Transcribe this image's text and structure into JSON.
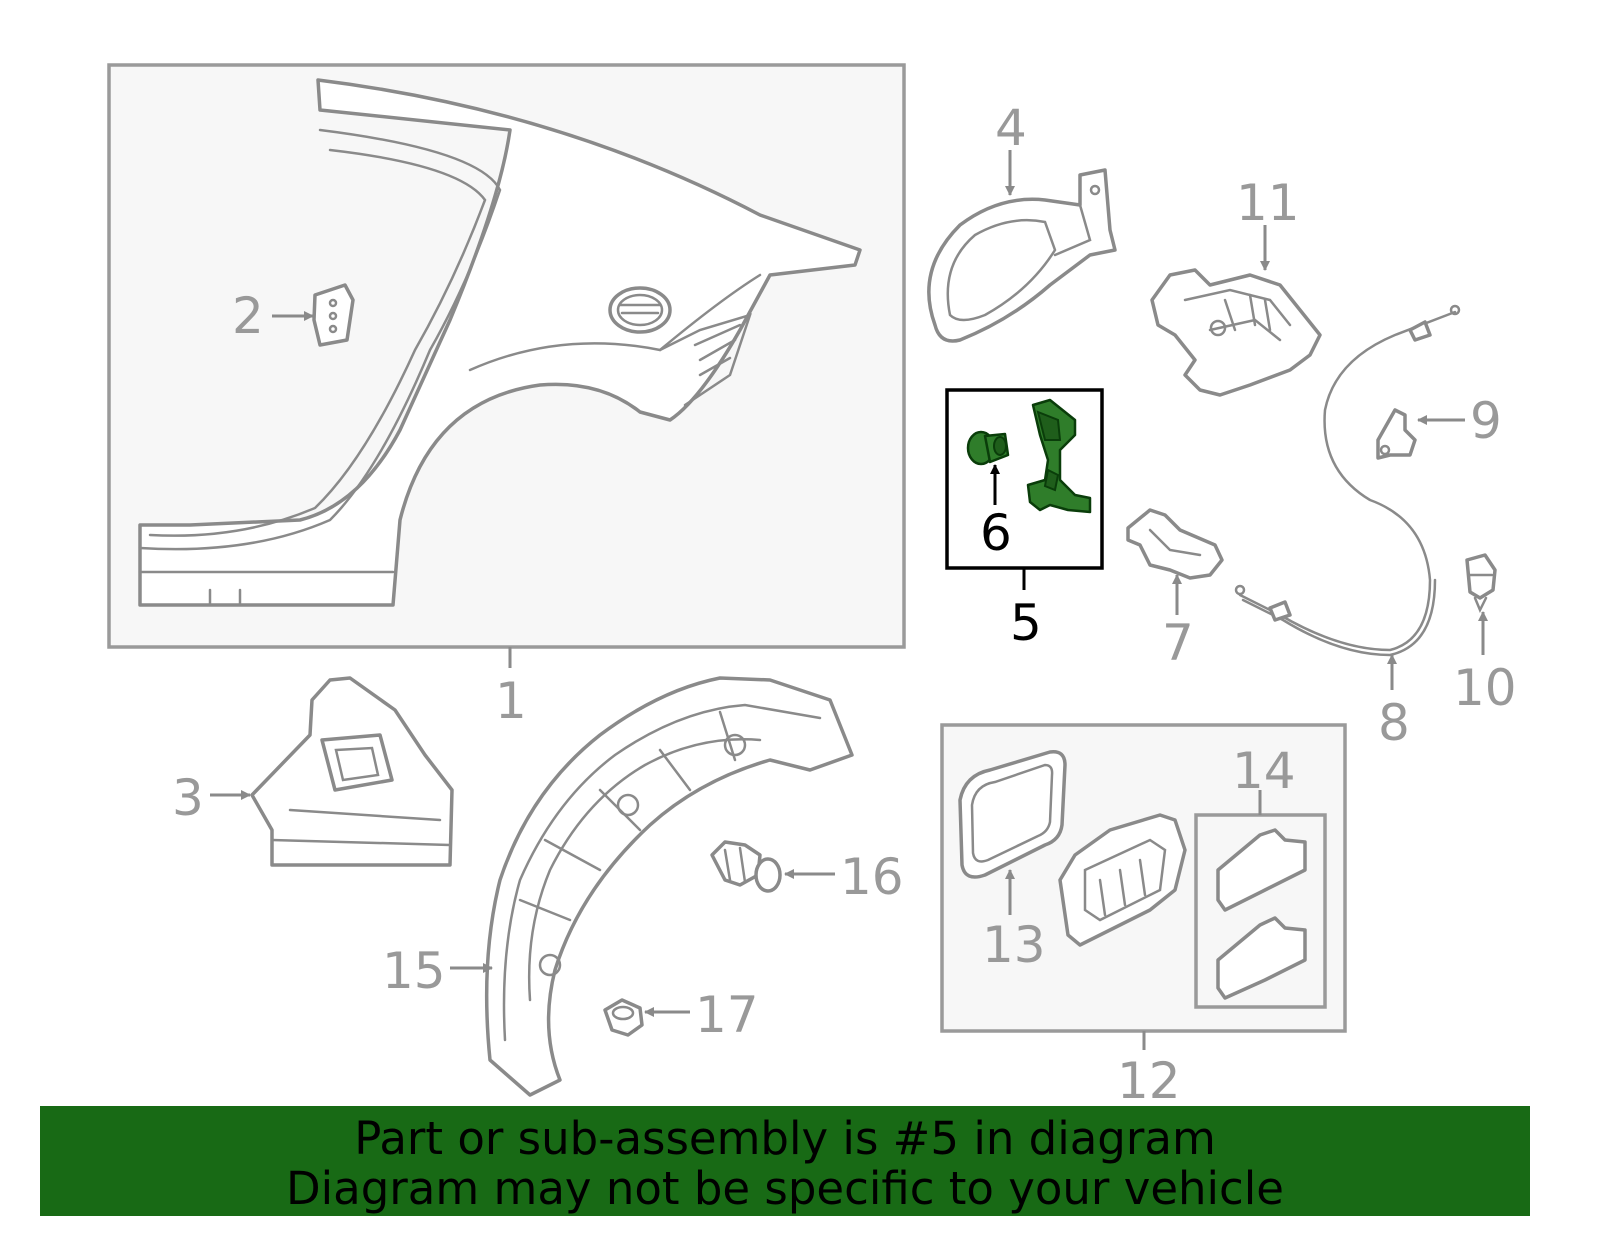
{
  "diagram": {
    "callouts": [
      "1",
      "2",
      "3",
      "4",
      "5",
      "6",
      "7",
      "8",
      "9",
      "10",
      "11",
      "12",
      "13",
      "14",
      "15",
      "16",
      "17"
    ],
    "highlighted_callout": "5",
    "colors": {
      "line": "#8a8a8a",
      "box_fill": "#f7f7f7",
      "highlight": "#2f7d2a",
      "banner": "#186a15"
    }
  },
  "banner": {
    "line1": "Part or sub-assembly is #5 in diagram",
    "line2": "Diagram may not be specific to your vehicle"
  }
}
